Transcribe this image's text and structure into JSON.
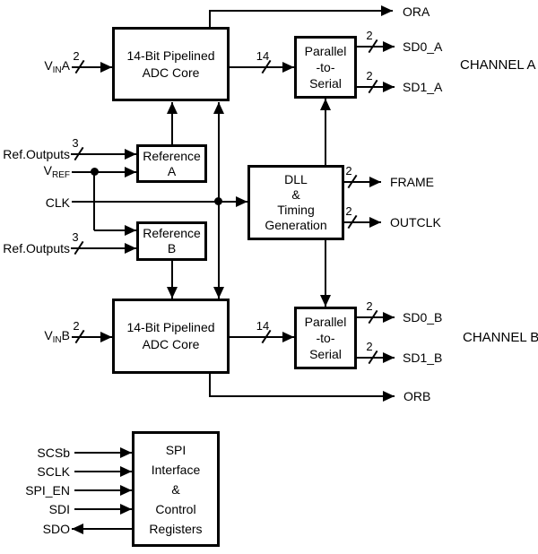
{
  "blocks": {
    "adc_a": "14-Bit Pipelined\nADC Core",
    "p2s_a": "Parallel\n-to-\nSerial",
    "ref_a": "Reference\nA",
    "dll": "DLL\n&\nTiming\nGeneration",
    "ref_b": "Reference\nB",
    "adc_b": "14-Bit Pipelined\nADC Core",
    "p2s_b": "Parallel\n-to-\nSerial",
    "spi": "SPI\nInterface\n&\nControl\nRegisters"
  },
  "signals": {
    "vin_a": {
      "pre": "V",
      "sub": "IN",
      "post": "A",
      "bus": "2"
    },
    "ref_outputs_a": {
      "label": "Ref.Outputs",
      "bus": "3"
    },
    "vref": {
      "pre": "V",
      "sub": "REF",
      "post": ""
    },
    "clk": {
      "label": "CLK"
    },
    "ref_outputs_b": {
      "label": "Ref.Outputs",
      "bus": "3"
    },
    "vin_b": {
      "pre": "V",
      "sub": "IN",
      "post": "B",
      "bus": "2"
    },
    "scsb": {
      "label": "SCSb"
    },
    "sclk": {
      "label": "SCLK"
    },
    "spi_en": {
      "label": "SPI_EN"
    },
    "sdi": {
      "label": "SDI"
    },
    "sdo": {
      "label": "SDO"
    }
  },
  "outputs": {
    "ora": {
      "label": "ORA"
    },
    "sd0_a": {
      "label": "SD0_A",
      "bus": "2"
    },
    "sd1_a": {
      "label": "SD1_A",
      "bus": "2"
    },
    "frame": {
      "label": "FRAME",
      "bus": "2"
    },
    "outclk": {
      "label": "OUTCLK",
      "bus": "2"
    },
    "sd0_b": {
      "label": "SD0_B",
      "bus": "2"
    },
    "sd1_b": {
      "label": "SD1_B",
      "bus": "2"
    },
    "orb": {
      "label": "ORB"
    }
  },
  "buses": {
    "adc_a_out": "14",
    "adc_b_out": "14"
  },
  "channels": {
    "a": "CHANNEL A",
    "b": "CHANNEL B"
  },
  "colors": {
    "line": "#000000",
    "background": "#ffffff"
  }
}
